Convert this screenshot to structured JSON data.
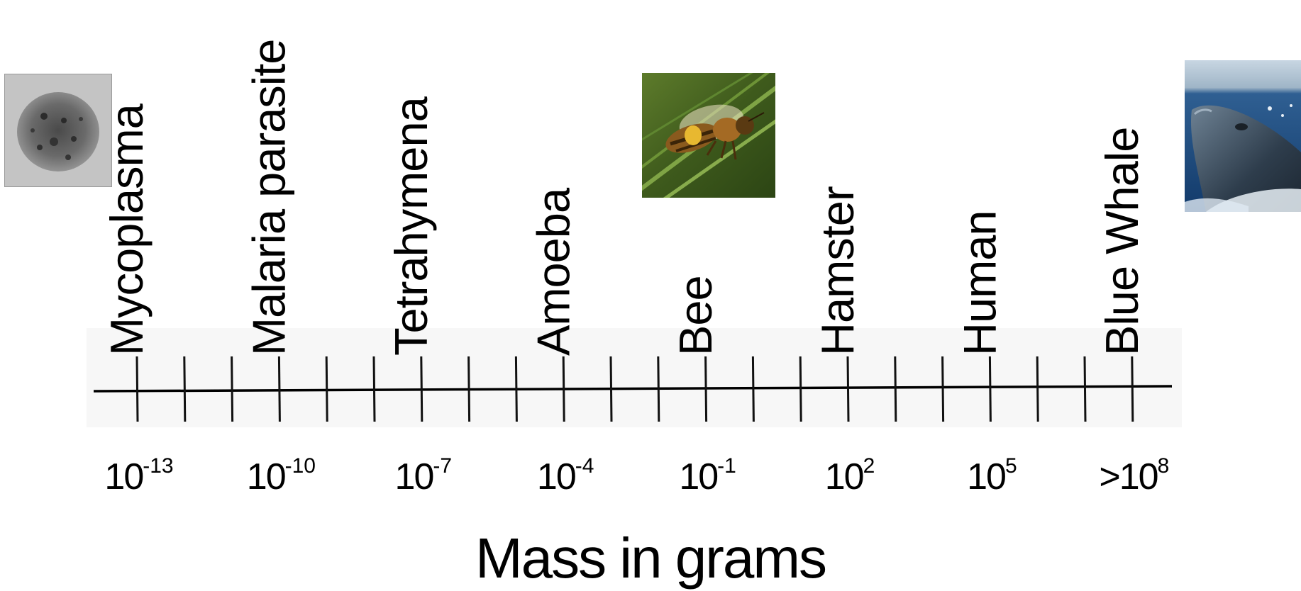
{
  "organisms": [
    {
      "label": "Mycoplasma"
    },
    {
      "label": "Malaria parasite"
    },
    {
      "label": "Tetrahymena"
    },
    {
      "label": "Amoeba"
    },
    {
      "label": "Bee"
    },
    {
      "label": "Hamster"
    },
    {
      "label": "Human"
    },
    {
      "label": "Blue Whale"
    }
  ],
  "mass_ticks": [
    {
      "prefix": "",
      "base": "10",
      "exp": "-13"
    },
    {
      "prefix": "",
      "base": "10",
      "exp": "-10"
    },
    {
      "prefix": "",
      "base": "10",
      "exp": "-7"
    },
    {
      "prefix": "",
      "base": "10",
      "exp": "-4"
    },
    {
      "prefix": "",
      "base": "10",
      "exp": "-1"
    },
    {
      "prefix": "",
      "base": "10",
      "exp": "2"
    },
    {
      "prefix": "",
      "base": "10",
      "exp": "5"
    },
    {
      "prefix": ">",
      "base": "10",
      "exp": "8"
    }
  ],
  "axis_title": "Mass in grams",
  "photos": [
    {
      "icon": "mycoplasma-micrograph-icon"
    },
    {
      "icon": "bee-photo-icon"
    },
    {
      "icon": "blue-whale-photo-icon"
    }
  ]
}
